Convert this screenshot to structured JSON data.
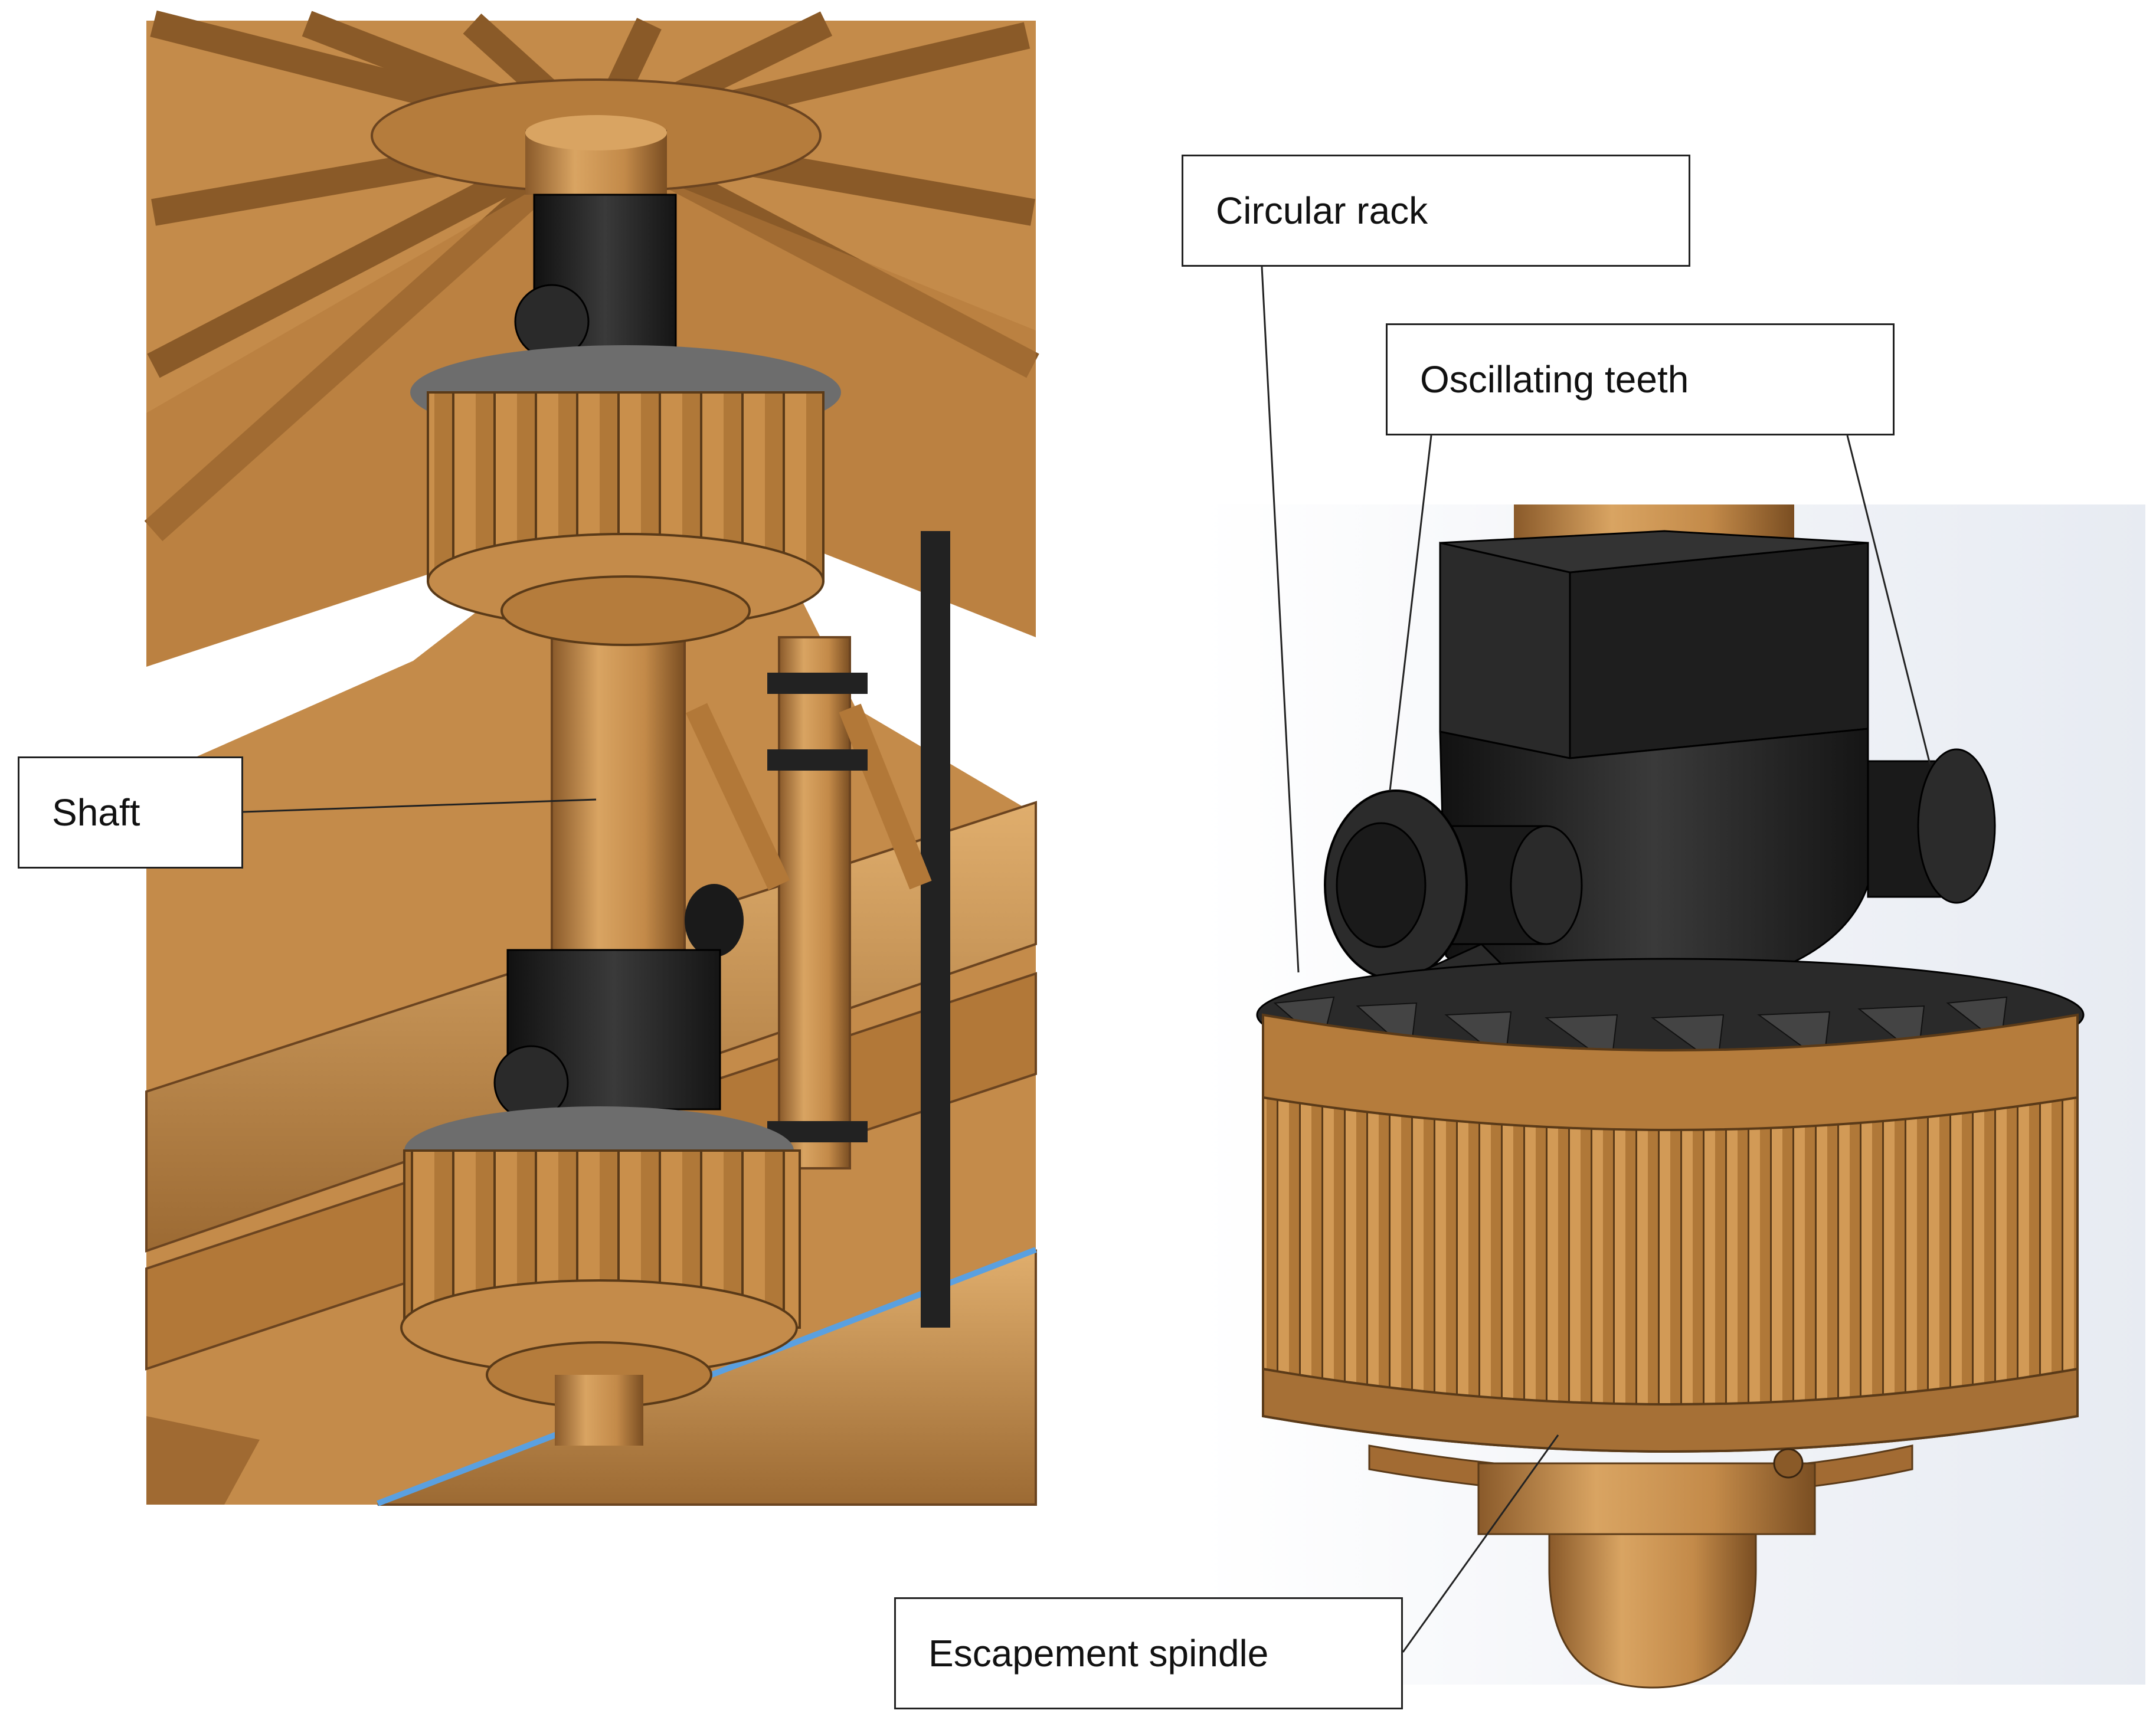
{
  "figure": {
    "labels": {
      "circular_rack": "Circular rack",
      "oscillating_teeth": "Oscillating teeth",
      "shaft": "Shaft",
      "escapement_spindle": "Escapement spindle"
    },
    "colors": {
      "wood_light": "#d9a462",
      "wood_mid": "#b9803e",
      "wood_dark": "#7a4e22",
      "metal_black": "#1f1f1f",
      "metal_grey": "#3a3a3a",
      "render_backdrop": "#eef1f6",
      "accent_blue": "#5aa0e0"
    }
  }
}
